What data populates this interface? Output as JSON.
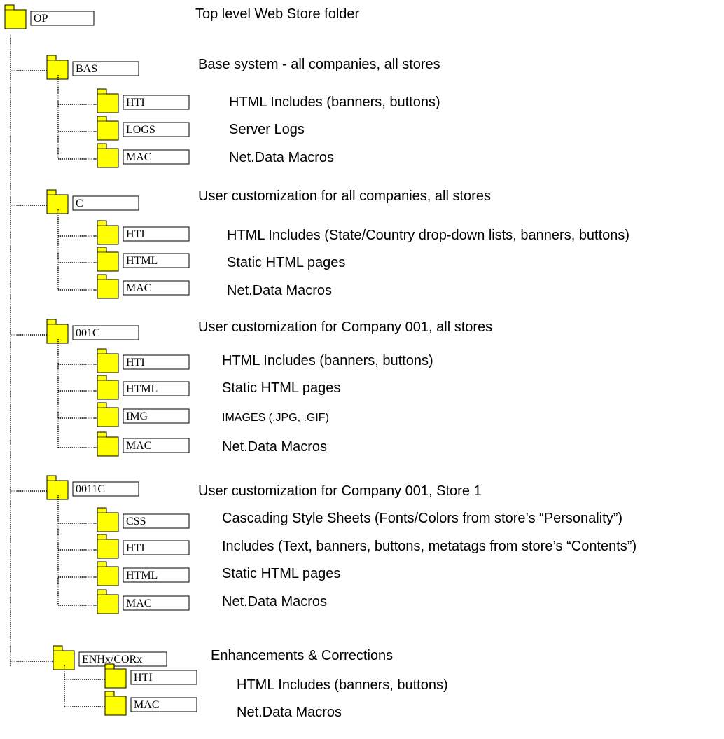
{
  "colors": {
    "folder_fill": "#ffff00",
    "folder_stroke": "#000000",
    "line": "#000000"
  },
  "tree": {
    "name": "OP",
    "description": "Top level Web Store folder",
    "children": [
      {
        "name": "BAS",
        "description": "Base system - all companies, all stores",
        "children": [
          {
            "name": "HTI",
            "description": "HTML Includes (banners, buttons)"
          },
          {
            "name": "LOGS",
            "description": "Server Logs"
          },
          {
            "name": "MAC",
            "description": "Net.Data Macros"
          }
        ]
      },
      {
        "name": "C",
        "description": "User customization for all companies, all stores",
        "children": [
          {
            "name": "HTI",
            "description": "HTML Includes (State/Country drop-down lists, banners, buttons)"
          },
          {
            "name": "HTML",
            "description": "Static HTML pages"
          },
          {
            "name": "MAC",
            "description": "Net.Data Macros"
          }
        ]
      },
      {
        "name": "001C",
        "description": "User customization for Company 001, all stores",
        "children": [
          {
            "name": "HTI",
            "description": "HTML Includes (banners, buttons)"
          },
          {
            "name": "HTML",
            "description": "Static HTML pages"
          },
          {
            "name": "IMG",
            "description": "IMAGES (.JPG, .GIF)"
          },
          {
            "name": "MAC",
            "description": "Net.Data Macros"
          }
        ]
      },
      {
        "name": "0011C",
        "description": "User customization for Company 001, Store 1",
        "children": [
          {
            "name": "CSS",
            "description": "Cascading Style Sheets (Fonts/Colors from store’s “Personality”)"
          },
          {
            "name": "HTI",
            "description": "Includes (Text, banners, buttons, metatags from store’s “Contents”)"
          },
          {
            "name": "HTML",
            "description": "Static HTML pages"
          },
          {
            "name": "MAC",
            "description": "Net.Data Macros"
          }
        ]
      },
      {
        "name": "ENHx/CORx",
        "description": "Enhancements & Corrections",
        "children": [
          {
            "name": "HTI",
            "description": "HTML Includes (banners, buttons)"
          },
          {
            "name": "MAC",
            "description": "Net.Data Macros"
          }
        ]
      }
    ]
  }
}
